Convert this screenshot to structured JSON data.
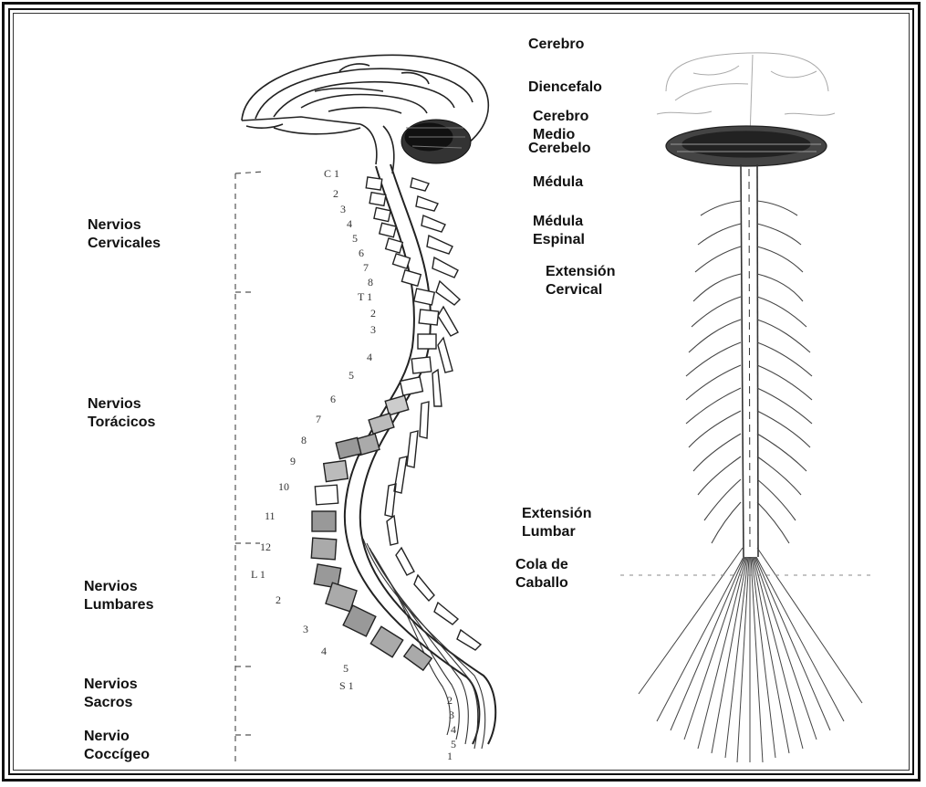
{
  "left_labels": {
    "cervical": [
      "Nervios",
      "Cervicales"
    ],
    "thoracic": [
      "Nervios",
      "Torácicos"
    ],
    "lumbar": [
      "Nervios",
      "Lumbares"
    ],
    "sacral": [
      "Nervios",
      "Sacros"
    ],
    "coccygeal": [
      "Nervio",
      "Coccígeo"
    ]
  },
  "right_labels": {
    "cerebro": [
      "Cerebro"
    ],
    "diencefalo": [
      "Diencefalo"
    ],
    "cerebro_medio": [
      "Cerebro",
      "Medio"
    ],
    "cerebelo": [
      "Cerebelo"
    ],
    "medula": [
      "Médula"
    ],
    "medula_espinal": [
      "Médula",
      "Espinal"
    ],
    "extension_cervical": [
      "Extensión",
      "Cervical"
    ],
    "extension_lumbar": [
      "Extensión",
      "Lumbar"
    ],
    "cola_de_caballo": [
      "Cola de",
      "Caballo"
    ]
  },
  "vertebra_numbers": {
    "cervical": [
      "C 1",
      "2",
      "3",
      "4",
      "5",
      "6",
      "7",
      "8"
    ],
    "thoracic": [
      "T 1",
      "2",
      "3",
      "4",
      "5",
      "6",
      "7",
      "8",
      "9",
      "10",
      "11",
      "12"
    ],
    "lumbar": [
      "L 1",
      "2",
      "3",
      "4",
      "5"
    ],
    "sacral": [
      "S 1",
      "2",
      "3",
      "4",
      "5"
    ],
    "coccygeal": [
      "1"
    ]
  }
}
